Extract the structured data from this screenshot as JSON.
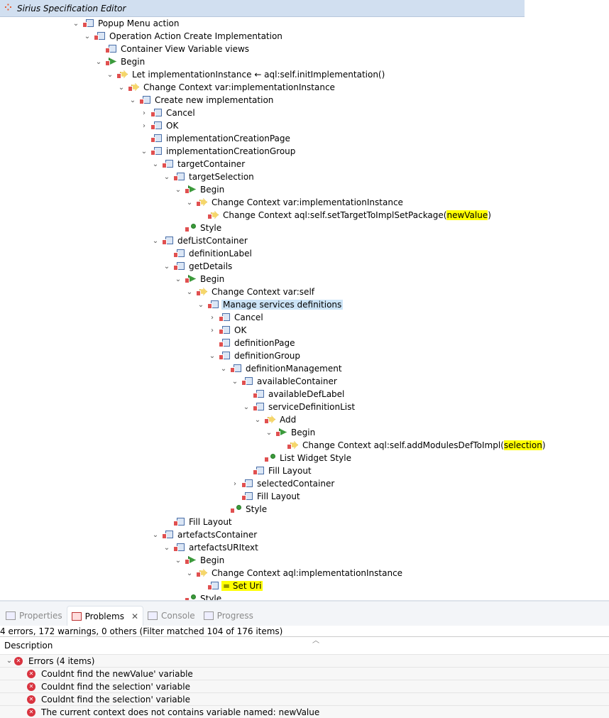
{
  "window": {
    "title": "Sirius Specification Editor"
  },
  "tree": [
    {
      "label": "Popup Menu action",
      "level": 0,
      "state": "open",
      "icon": "popup-menu-icon"
    },
    {
      "label": "Operation Action Create Implementation",
      "level": 1,
      "state": "open",
      "icon": "operation-action-icon"
    },
    {
      "label": "Container View Variable views",
      "level": 2,
      "state": "none",
      "icon": "container-variable-icon"
    },
    {
      "label": "Begin",
      "level": 2,
      "state": "open",
      "icon": "begin-icon"
    },
    {
      "label": "Let implementationInstance ← aql:self.initImplementation()",
      "level": 3,
      "state": "open",
      "icon": "let-icon"
    },
    {
      "label": "Change Context var:implementationInstance",
      "level": 4,
      "state": "open",
      "icon": "change-context-icon"
    },
    {
      "label": "Create new implementation",
      "level": 5,
      "state": "open",
      "icon": "dialog-icon"
    },
    {
      "label": "Cancel",
      "level": 6,
      "state": "closed",
      "icon": "button-icon"
    },
    {
      "label": "OK",
      "level": 6,
      "state": "closed",
      "icon": "button-icon"
    },
    {
      "label": "implementationCreationPage",
      "level": 6,
      "state": "none",
      "icon": "page-icon"
    },
    {
      "label": "implementationCreationGroup",
      "level": 6,
      "state": "open",
      "icon": "group-icon"
    },
    {
      "label": "targetContainer",
      "level": 7,
      "state": "open",
      "icon": "container-icon"
    },
    {
      "label": "targetSelection",
      "level": 8,
      "state": "open",
      "icon": "select-icon"
    },
    {
      "label": "Begin",
      "level": 9,
      "state": "open",
      "icon": "begin-icon"
    },
    {
      "label": "Change Context var:implementationInstance",
      "level": 10,
      "state": "open",
      "icon": "change-context-icon"
    },
    {
      "label": "Change Context aql:self.setTargetToImplSetPackage(",
      "hl": "newValue",
      "after": ")",
      "level": 11,
      "state": "none",
      "icon": "change-context-icon"
    },
    {
      "label": "Style",
      "level": 9,
      "state": "none",
      "icon": "style-icon"
    },
    {
      "label": "defListContainer",
      "level": 7,
      "state": "open",
      "icon": "container-icon"
    },
    {
      "label": "definitionLabel",
      "level": 8,
      "state": "none",
      "icon": "label-icon"
    },
    {
      "label": "getDetails",
      "level": 8,
      "state": "open",
      "icon": "button-icon"
    },
    {
      "label": "Begin",
      "level": 9,
      "state": "open",
      "icon": "begin-icon"
    },
    {
      "label": "Change Context var:self",
      "level": 10,
      "state": "open",
      "icon": "change-context-icon"
    },
    {
      "label": "Manage services definitions",
      "level": 11,
      "state": "open",
      "icon": "dialog-icon",
      "selected": true
    },
    {
      "label": "Cancel",
      "level": 12,
      "state": "closed",
      "icon": "button-icon"
    },
    {
      "label": "OK",
      "level": 12,
      "state": "closed",
      "icon": "button-icon"
    },
    {
      "label": "definitionPage",
      "level": 12,
      "state": "none",
      "icon": "page-icon"
    },
    {
      "label": "definitionGroup",
      "level": 12,
      "state": "open",
      "icon": "group-icon"
    },
    {
      "label": "definitionManagement",
      "level": 13,
      "state": "open",
      "icon": "container-icon"
    },
    {
      "label": "availableContainer",
      "level": 14,
      "state": "open",
      "icon": "container-icon"
    },
    {
      "label": "availableDefLabel",
      "level": 15,
      "state": "none",
      "icon": "label-icon"
    },
    {
      "label": "serviceDefinitionList",
      "level": 15,
      "state": "open",
      "icon": "list-icon"
    },
    {
      "label": "Add",
      "level": 16,
      "state": "open",
      "icon": "change-context-icon"
    },
    {
      "label": "Begin",
      "level": 17,
      "state": "open",
      "icon": "begin-icon"
    },
    {
      "label": "Change Context aql:self.addModulesDefToImpl(",
      "hl": "selection",
      "after": ")",
      "level": 18,
      "state": "none",
      "icon": "change-context-icon"
    },
    {
      "label": "List Widget Style",
      "level": 16,
      "state": "none",
      "icon": "style-icon"
    },
    {
      "label": "Fill Layout",
      "level": 15,
      "state": "none",
      "icon": "layout-icon"
    },
    {
      "label": "selectedContainer",
      "level": 14,
      "state": "closed",
      "icon": "container-icon"
    },
    {
      "label": "Fill Layout",
      "level": 14,
      "state": "none",
      "icon": "layout-icon"
    },
    {
      "label": "Style",
      "level": 13,
      "state": "none",
      "icon": "style-icon"
    },
    {
      "label": "Fill Layout",
      "level": 8,
      "state": "none",
      "icon": "layout-icon"
    },
    {
      "label": "artefactsContainer",
      "level": 7,
      "state": "open",
      "icon": "container-icon"
    },
    {
      "label": "artefactsURItext",
      "level": 8,
      "state": "open",
      "icon": "text-icon"
    },
    {
      "label": "Begin",
      "level": 9,
      "state": "open",
      "icon": "begin-icon"
    },
    {
      "label": "Change Context aql:implementationInstance",
      "level": 10,
      "state": "open",
      "icon": "change-context-icon"
    },
    {
      "label": "",
      "hl": "= Set Uri",
      "after": "",
      "level": 11,
      "state": "none",
      "icon": "set-icon",
      "fullhl": true
    },
    {
      "label": "Style",
      "level": 9,
      "state": "none",
      "icon": "style-icon"
    }
  ],
  "panel": {
    "tabs": [
      {
        "label": "Properties"
      },
      {
        "label": "Problems"
      },
      {
        "label": "Console"
      },
      {
        "label": "Progress"
      }
    ],
    "status": "4 errors, 172 warnings, 0 others (Filter matched 104 of 176 items)",
    "column": "Description",
    "group": "Errors (4 items)",
    "errors": [
      "Couldnt find the newValue' variable",
      "Couldnt find the selection' variable",
      "Couldnt find the selection' variable",
      "The current context does not contains variable named: newValue"
    ]
  }
}
